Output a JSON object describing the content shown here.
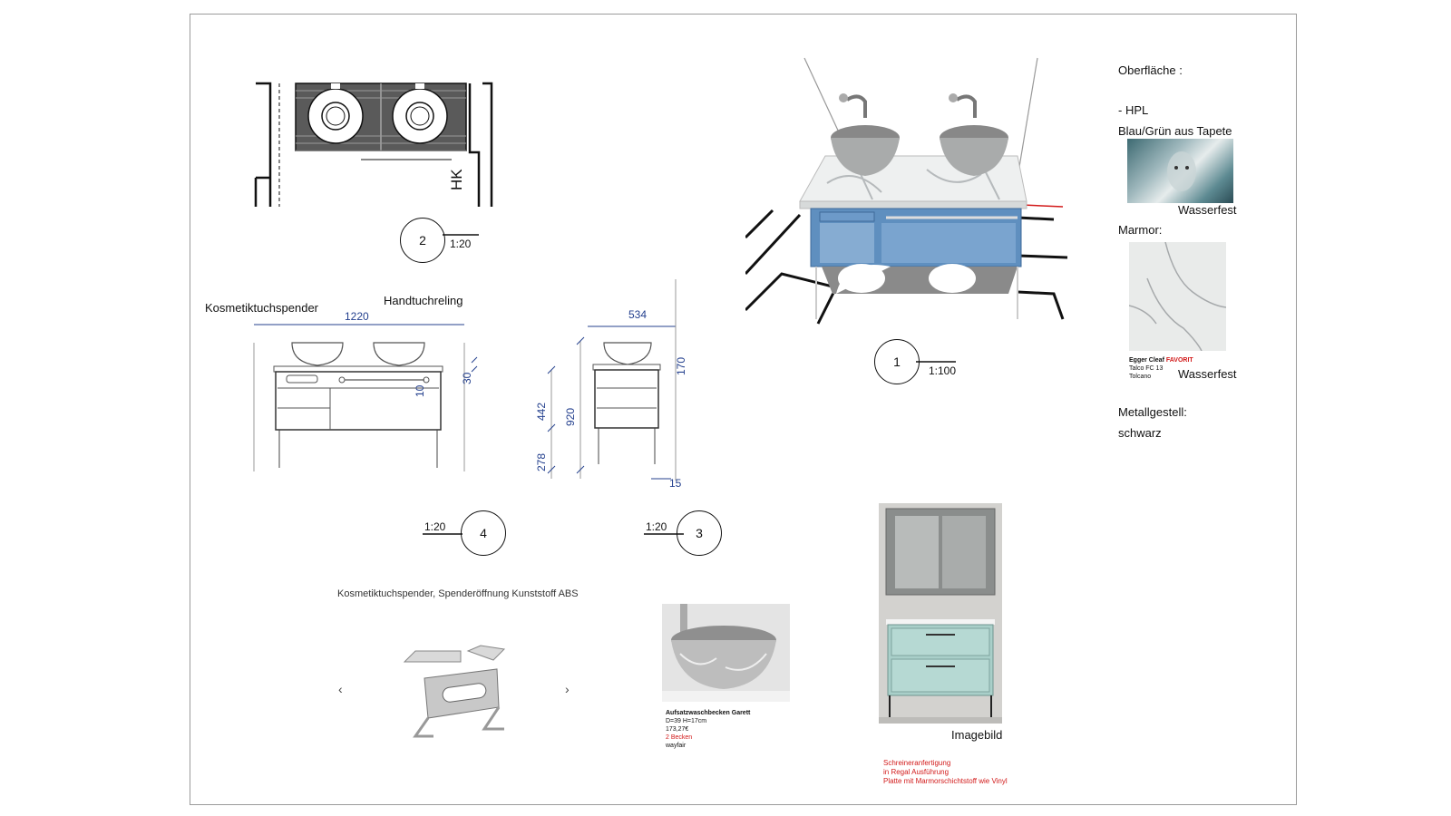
{
  "plan": {
    "number": "2",
    "scale": "1:20",
    "hk_label": "HK"
  },
  "front_view": {
    "number": "4",
    "scale": "1:20",
    "label_dispenser": "Kosmetiktuchspender",
    "label_rail": "Handtuchreling",
    "dim_width": "1220",
    "dim_30": "30",
    "dim_10": "10"
  },
  "side_view": {
    "number": "3",
    "scale": "1:20",
    "dim_depth": "534",
    "dim_170": "170",
    "dim_442": "442",
    "dim_920": "920",
    "dim_278": "278",
    "dim_15": "15"
  },
  "render": {
    "number": "1",
    "scale": "1:100"
  },
  "materials": {
    "surface_title": "Oberfläche :",
    "hpl": "- HPL",
    "hpl_desc": "Blau/Grün aus Tapete",
    "waterproof_1": "Wasserfest",
    "marble_title": "Marmor:",
    "egger_brand": "Egger Cleaf",
    "egger_favorit": "FAVORIT",
    "egger_line2": "Talco FC 13",
    "egger_line3": "Tolcano",
    "waterproof_2": "Wasserfest",
    "frame_title": "Metallgestell:",
    "frame_color": "schwarz"
  },
  "dispenser": {
    "caption": "Kosmetiktuchspender, Spenderöffnung Kunststoff ABS",
    "prev": "‹",
    "next": "›"
  },
  "basin": {
    "title": "Aufsatzwaschbecken Garett",
    "size": "D=39 H=17cm",
    "price": "173,27€",
    "count": "2 Becken",
    "source": "wayfair"
  },
  "image_ref": {
    "caption": "Imagebild",
    "note1": "Schreineranfertigung",
    "note2": "in Regal Ausführung",
    "note3": "Platte mit Marmorschichtstoff wie Vinyl"
  },
  "colors": {
    "cabinet_blue": "#5f8fbf",
    "annotation_red": "#d21a1a",
    "dimension_blue": "#24408e"
  }
}
